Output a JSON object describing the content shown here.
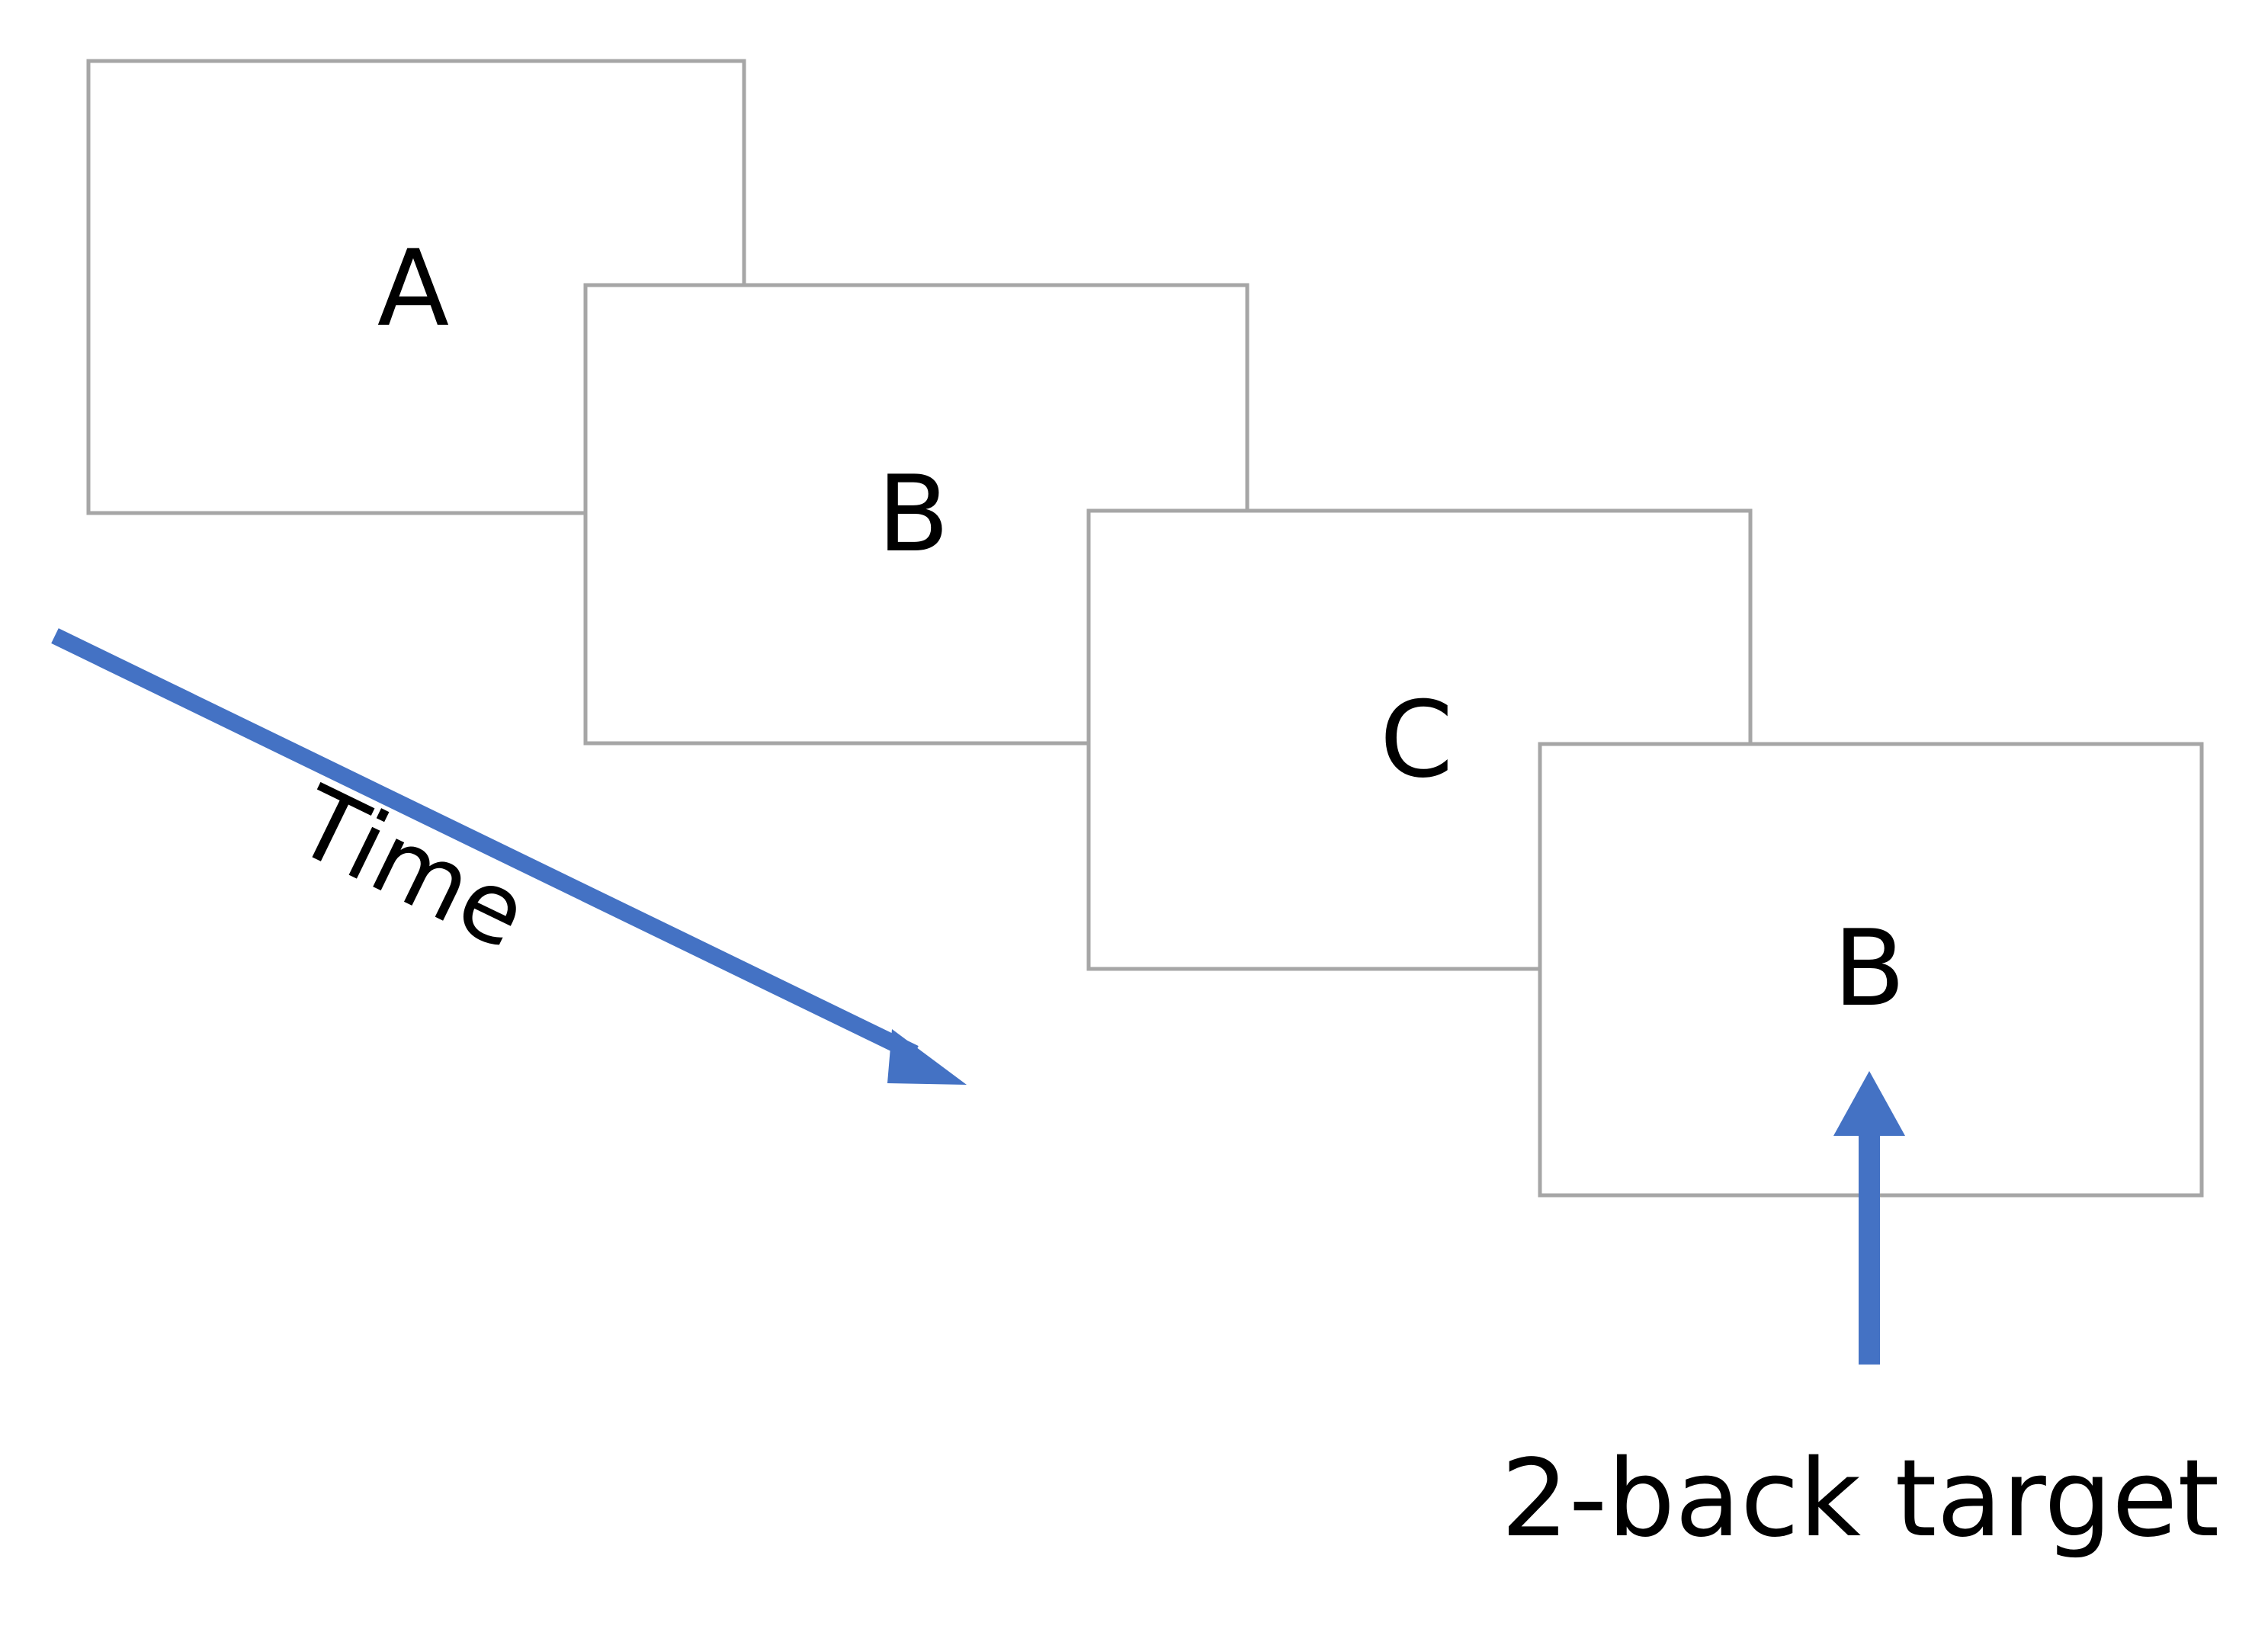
{
  "frames": [
    {
      "letter": "A"
    },
    {
      "letter": "B"
    },
    {
      "letter": "C"
    },
    {
      "letter": "B"
    }
  ],
  "time_label": "Time",
  "target_label": "2-back target",
  "colors": {
    "arrow": "#4472C4",
    "frame_border": "#A6A6A6",
    "text": "#000000",
    "background": "#FFFFFF"
  }
}
